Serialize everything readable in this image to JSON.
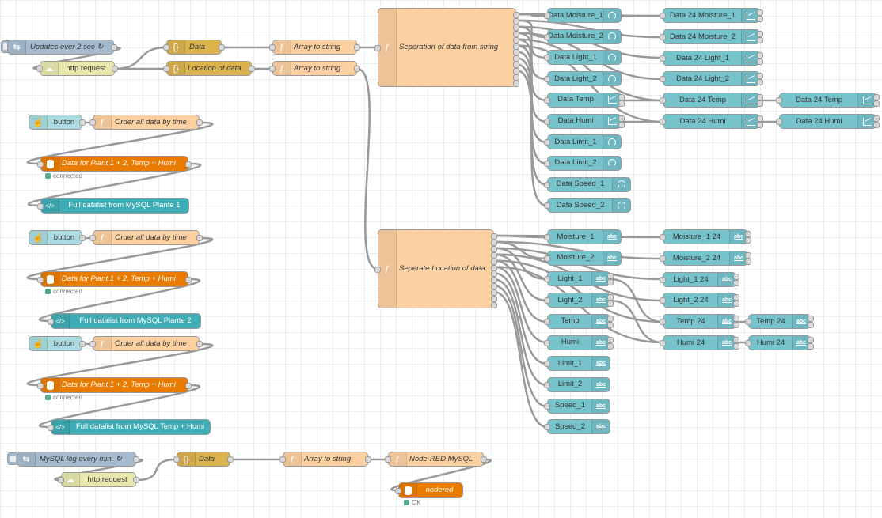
{
  "colors": {
    "inject": "#a6bbcf",
    "http": "#e7e7ae",
    "json": "#dab24e",
    "function": "#fdd0a2",
    "mysql": "#e97b00",
    "template": "#3fadb5",
    "dashboard": "#76c3cc",
    "wire": "#999999",
    "status_ok": "#55aa88"
  },
  "flow1": {
    "inject": {
      "label": "Updates ever 2 sec ↻",
      "icon": "inject-arrow-icon"
    },
    "http": {
      "label": "http request",
      "icon": "http-icon"
    },
    "json": {
      "label": "Data",
      "icon": "json-icon"
    },
    "location": {
      "label": "Location of data",
      "icon": "json-icon"
    },
    "arr1": {
      "label": "Array to string",
      "icon": "function-icon"
    },
    "arr2": {
      "label": "Array to string",
      "icon": "function-icon"
    },
    "sep_data": {
      "label": "Seperation of data from string",
      "icon": "function-icon"
    },
    "sep_loc": {
      "label": "Seperate Location of data",
      "icon": "function-icon"
    }
  },
  "data_outputs": [
    {
      "label": "Data Moisture_1",
      "icon": "gauge-icon"
    },
    {
      "label": "Data Moisture_2",
      "icon": "gauge-icon"
    },
    {
      "label": "Data Light_1",
      "icon": "gauge-icon"
    },
    {
      "label": "Data Light_2",
      "icon": "gauge-icon"
    },
    {
      "label": "Data Temp",
      "icon": "chart-icon"
    },
    {
      "label": "Data Humi",
      "icon": "chart-icon"
    },
    {
      "label": "Data Limit_1",
      "icon": "gauge-icon"
    },
    {
      "label": "Data Limit_2",
      "icon": "gauge-icon"
    },
    {
      "label": "Data Speed_1",
      "icon": "gauge-icon"
    },
    {
      "label": "Data Speed_2",
      "icon": "gauge-icon"
    }
  ],
  "data24_outputs": [
    {
      "label": "Data 24 Moisture_1",
      "icon": "chart-icon"
    },
    {
      "label": "Data 24 Moisture_2",
      "icon": "chart-icon"
    },
    {
      "label": "Data 24 Light_1",
      "icon": "chart-icon"
    },
    {
      "label": "Data 24 Light_2",
      "icon": "chart-icon"
    },
    {
      "label": "Data 24 Temp",
      "icon": "chart-icon"
    },
    {
      "label": "Data 24 Humi",
      "icon": "chart-icon"
    },
    {
      "label": "Data 24 Temp",
      "icon": "chart-icon"
    },
    {
      "label": "Data 24 Humi",
      "icon": "chart-icon"
    }
  ],
  "loc_outputs": [
    {
      "label": "Moisture_1",
      "icon": "text-icon"
    },
    {
      "label": "Moisture_2",
      "icon": "text-icon"
    },
    {
      "label": "Light_1",
      "icon": "text-icon"
    },
    {
      "label": "Light_2",
      "icon": "text-icon"
    },
    {
      "label": "Temp",
      "icon": "text-icon"
    },
    {
      "label": "Humi",
      "icon": "text-icon"
    },
    {
      "label": "Limit_1",
      "icon": "text-icon"
    },
    {
      "label": "Limit_2",
      "icon": "text-icon"
    },
    {
      "label": "Speed_1",
      "icon": "text-icon"
    },
    {
      "label": "Speed_2",
      "icon": "text-icon"
    }
  ],
  "loc24_outputs": [
    {
      "label": "Moisture_1 24",
      "icon": "text-icon"
    },
    {
      "label": "Moisture_2 24",
      "icon": "text-icon"
    },
    {
      "label": "Light_1 24",
      "icon": "text-icon"
    },
    {
      "label": "Light_2 24",
      "icon": "text-icon"
    },
    {
      "label": "Temp 24",
      "icon": "text-icon"
    },
    {
      "label": "Humi 24",
      "icon": "text-icon"
    },
    {
      "label": "Temp 24",
      "icon": "text-icon"
    },
    {
      "label": "Humi 24",
      "icon": "text-icon"
    }
  ],
  "groups": [
    {
      "button": "button",
      "order": "Order all data by time",
      "mysql": "Data for Plant 1 + 2, Temp + Humi",
      "status": "connected",
      "template": "Full datalist from MySQL Plante 1"
    },
    {
      "button": "button",
      "order": "Order all data by time",
      "mysql": "Data for Plant 1 + 2, Temp + Humi",
      "status": "connected",
      "template": "Full datalist from MySQL Plante 2"
    },
    {
      "button": "button",
      "order": "Order all data by time",
      "mysql": "Data for Plant 1 + 2, Temp + Humi",
      "status": "connected",
      "template": "Full datalist from MySQL Temp + Humi"
    }
  ],
  "flow_log": {
    "inject": "MySQL log every min. ↻",
    "http": "http request",
    "json": "Data",
    "arr": "Array to string",
    "func": "Node-RED MySQL",
    "db": "nodered",
    "status": "OK"
  }
}
